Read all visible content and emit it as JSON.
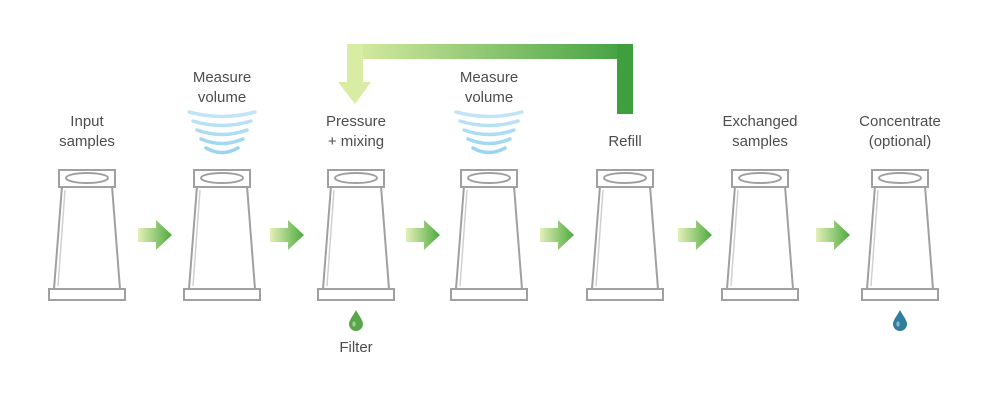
{
  "steps": [
    {
      "line1": "Input",
      "line2": "samples"
    },
    {
      "line1": "",
      "line2": ""
    },
    {
      "line1": "Pressure",
      "line2": "+ mixing"
    },
    {
      "line1": "",
      "line2": ""
    },
    {
      "line1": "",
      "line2": "Refill"
    },
    {
      "line1": "Exchanged",
      "line2": "samples"
    },
    {
      "line1": "Concentrate",
      "line2": "(optional)"
    }
  ],
  "measure_labels": [
    {
      "line1": "Measure",
      "line2": "volume"
    },
    {
      "line1": "Measure",
      "line2": "volume"
    }
  ],
  "filter_label": "Filter",
  "colors": {
    "tube_stroke": "#a0a0a0",
    "arrow_light": "#e3f0b8",
    "arrow_dark": "#4ea93e",
    "wave": "#8fd0ee",
    "drop_green": "#5aa64a",
    "drop_blue": "#2e7e9c",
    "text": "#4d4d4d"
  }
}
